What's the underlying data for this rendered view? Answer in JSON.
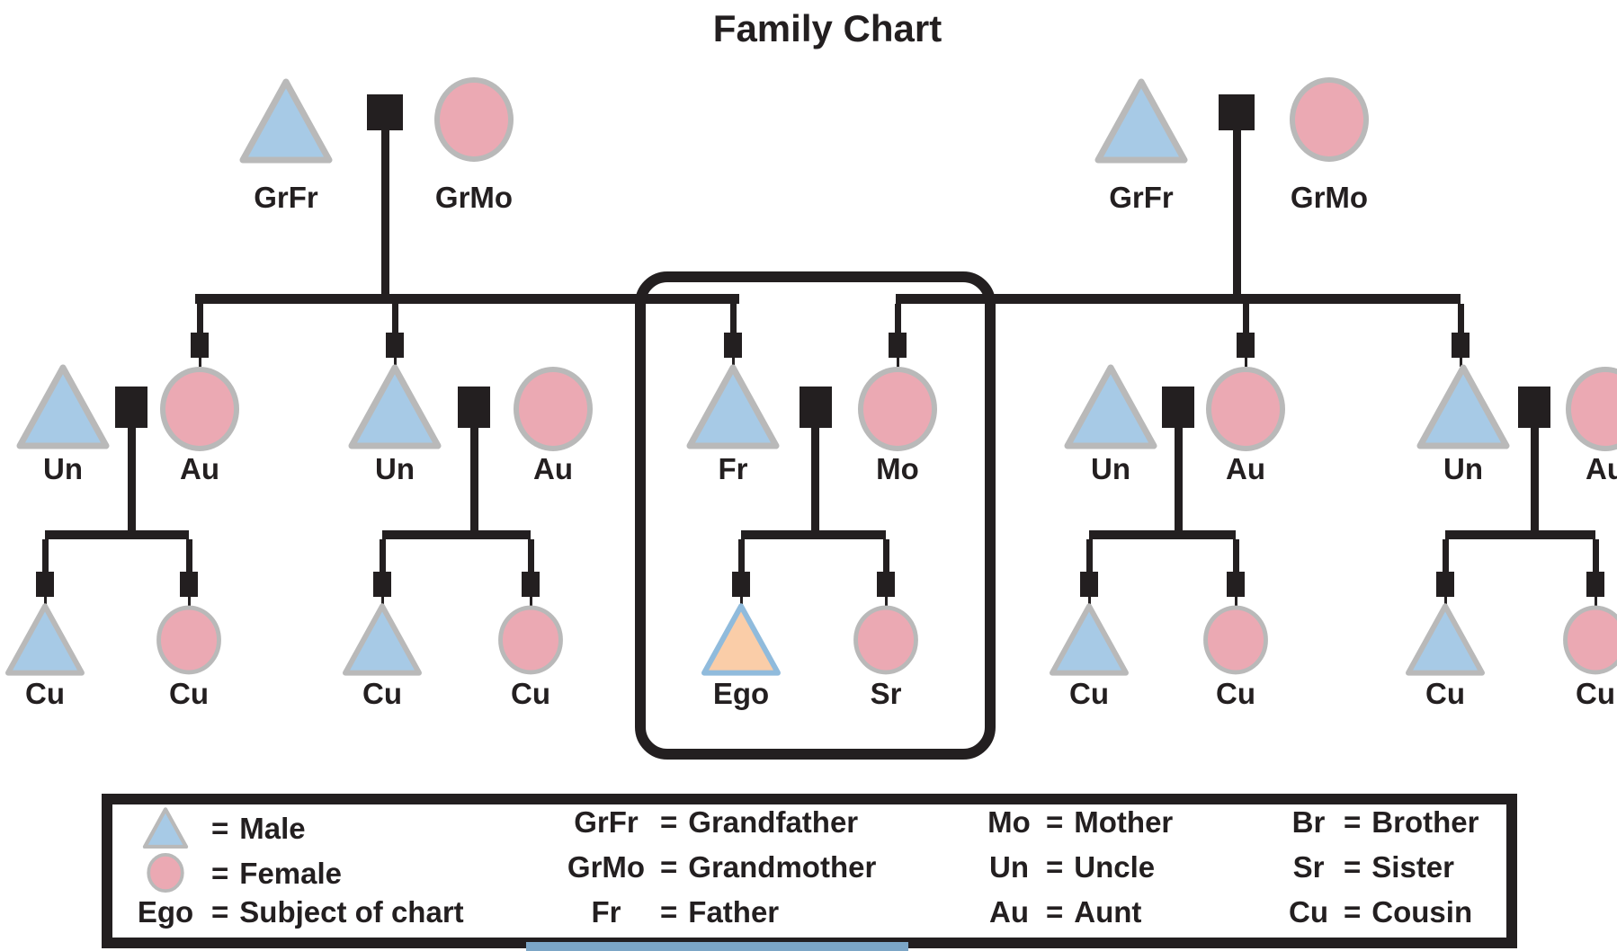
{
  "title": "Family Chart",
  "colors": {
    "male_fill": "#A7CAE6",
    "female_fill": "#EBA9B3",
    "shape_border": "#B9B9B9",
    "ego_fill": "#FACDA8",
    "ego_border": "#90BBDC",
    "line": "#231F20",
    "bottom_strip": "#7CA6C6"
  },
  "family": {
    "grandparent_couples": [
      {
        "husband": "GrFr",
        "wife": "GrMo"
      },
      {
        "husband": "GrFr",
        "wife": "GrMo"
      }
    ],
    "parent_couples": [
      {
        "husband": "Un",
        "wife": "Au",
        "children": [
          {
            "label": "Cu",
            "sex": "male"
          },
          {
            "label": "Cu",
            "sex": "female"
          }
        ]
      },
      {
        "husband": "Un",
        "wife": "Au",
        "children": [
          {
            "label": "Cu",
            "sex": "male"
          },
          {
            "label": "Cu",
            "sex": "female"
          }
        ]
      },
      {
        "husband": "Fr",
        "wife": "Mo",
        "boxed": true,
        "children": [
          {
            "label": "Ego",
            "sex": "male",
            "is_ego": true
          },
          {
            "label": "Sr",
            "sex": "female"
          }
        ]
      },
      {
        "husband": "Un",
        "wife": "Au",
        "children": [
          {
            "label": "Cu",
            "sex": "male"
          },
          {
            "label": "Cu",
            "sex": "female"
          }
        ]
      },
      {
        "husband": "Un",
        "wife": "Au",
        "children": [
          {
            "label": "Cu",
            "sex": "male"
          },
          {
            "label": "Cu",
            "sex": "female"
          }
        ]
      }
    ]
  },
  "legend": {
    "equals_sign": "=",
    "columns": [
      [
        {
          "icon": "male-triangle",
          "definition": "Male"
        },
        {
          "icon": "female-circle",
          "definition": "Female"
        },
        {
          "abbr": "Ego",
          "definition": "Subject of chart"
        }
      ],
      [
        {
          "abbr": "GrFr",
          "definition": "Grandfather"
        },
        {
          "abbr": "GrMo",
          "definition": "Grandmother"
        },
        {
          "abbr": "Fr",
          "definition": "Father"
        }
      ],
      [
        {
          "abbr": "Mo",
          "definition": "Mother"
        },
        {
          "abbr": "Un",
          "definition": "Uncle"
        },
        {
          "abbr": "Au",
          "definition": "Aunt"
        }
      ],
      [
        {
          "abbr": "Br",
          "definition": "Brother"
        },
        {
          "abbr": "Sr",
          "definition": "Sister"
        },
        {
          "abbr": "Cu",
          "definition": "Cousin"
        }
      ]
    ]
  }
}
